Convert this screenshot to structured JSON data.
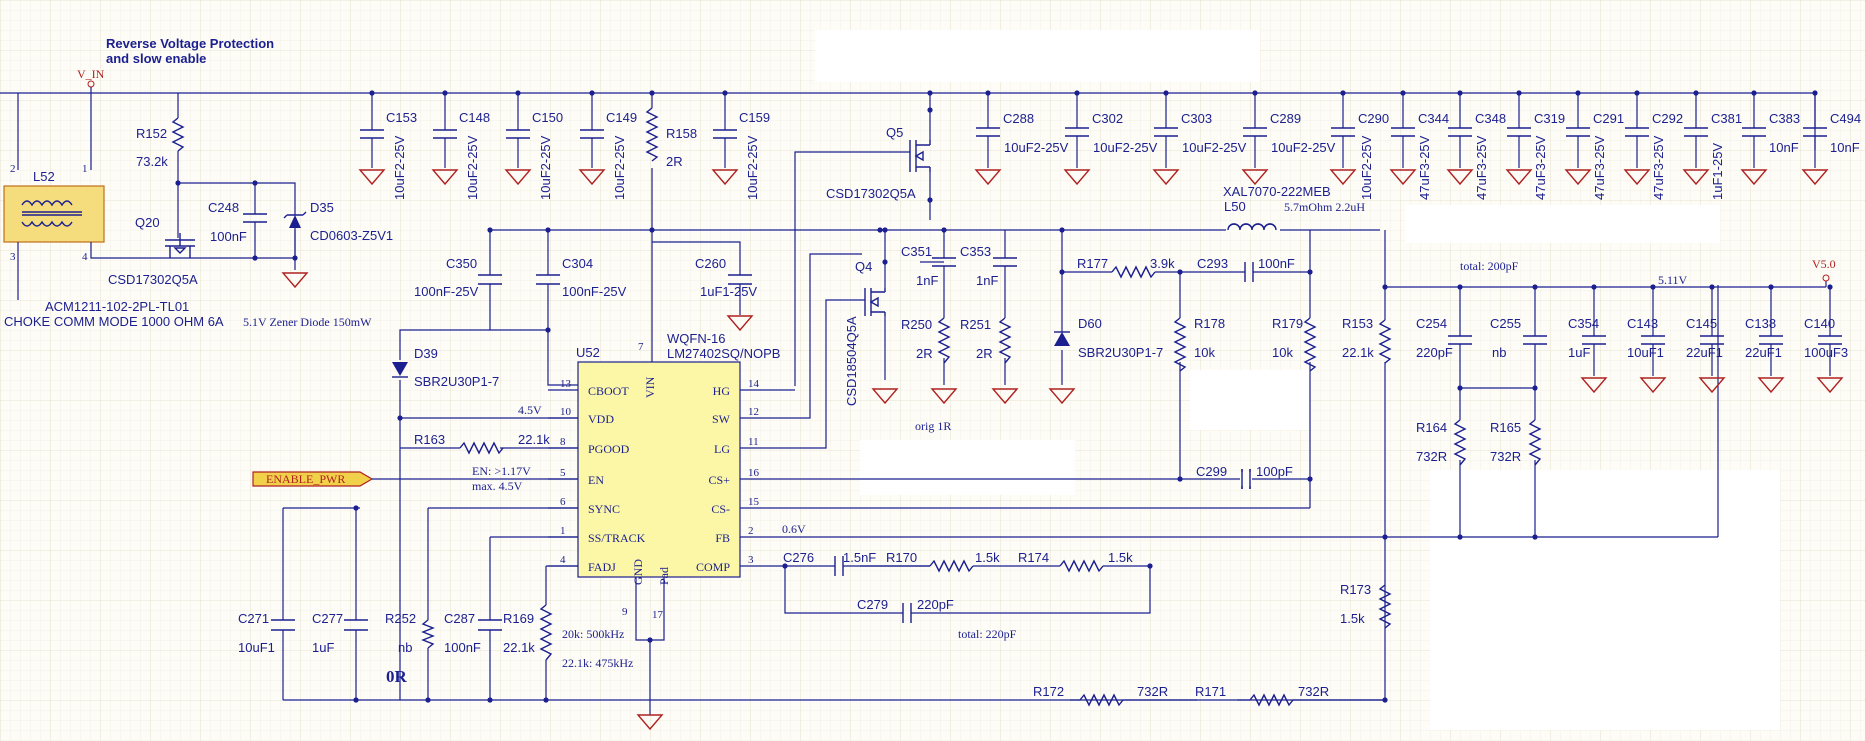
{
  "title": "Reverse Voltage Protection and slow enable",
  "title_line1": "Reverse Voltage Protection",
  "title_line2": "and slow enable",
  "nets": {
    "vin": "V_IN",
    "v50": "V5.0",
    "v511": "5.11V",
    "enable": "ENABLE_PWR",
    "en_note1": "EN: >1.17V",
    "en_note2": "max. 4.5V",
    "vdd_note": "4.5V",
    "fb_note": "0.6V",
    "total_top": "total: 200pF",
    "total_bottom": "total: 220pF",
    "orig": "orig 1R",
    "fadj1": "20k: 500kHz",
    "fadj2": "22.1k: 475kHz",
    "zero": "0R"
  },
  "ic": {
    "ref": "U52",
    "package": "WQFN-16",
    "part": "LM27402SQ/NOPB",
    "left_pins": [
      {
        "name": "CBOOT",
        "num": "13"
      },
      {
        "name": "VDD",
        "num": "10"
      },
      {
        "name": "PGOOD",
        "num": "8"
      },
      {
        "name": "EN",
        "num": "5"
      },
      {
        "name": "SYNC",
        "num": "6"
      },
      {
        "name": "SS/TRACK",
        "num": "1"
      },
      {
        "name": "FADJ",
        "num": "4"
      }
    ],
    "right_pins": [
      {
        "name": "HG",
        "num": "14"
      },
      {
        "name": "SW",
        "num": "12"
      },
      {
        "name": "LG",
        "num": "11"
      },
      {
        "name": "CS+",
        "num": "16"
      },
      {
        "name": "CS-",
        "num": "15"
      },
      {
        "name": "FB",
        "num": "2"
      },
      {
        "name": "COMP",
        "num": "3"
      }
    ],
    "vin_pin": {
      "name": "VIN",
      "num": "7"
    },
    "gnd_pin": {
      "name": "GND",
      "num": "9"
    },
    "pad_pin": {
      "name": "Pad",
      "num": "17"
    }
  },
  "choke": {
    "ref": "L52",
    "part": "ACM1211-102-2PL-TL01",
    "desc": "CHOKE COMM MODE 1000 OHM 6A",
    "pins": [
      "2",
      "1",
      "3",
      "4"
    ]
  },
  "parts": {
    "r152": {
      "ref": "R152",
      "val": "73.2k"
    },
    "q20": {
      "ref": "Q20",
      "val": "CSD17302Q5A"
    },
    "c248": {
      "ref": "C248",
      "val": "100nF"
    },
    "d35": {
      "ref": "D35",
      "val": "CD0603-Z5V1"
    },
    "zener": "5.1V Zener Diode 150mW",
    "q5": {
      "ref": "Q5",
      "val": "CSD17302Q5A"
    },
    "q4": {
      "ref": "Q4",
      "val": "CSD18504Q5A"
    },
    "r158": {
      "ref": "R158",
      "val": "2R"
    },
    "c350": {
      "ref": "C350",
      "val": "100nF-25V"
    },
    "c304": {
      "ref": "C304",
      "val": "100nF-25V"
    },
    "c260": {
      "ref": "C260",
      "val": "1uF1-25V"
    },
    "d39": {
      "ref": "D39",
      "val": "SBR2U30P1-7"
    },
    "r163": {
      "ref": "R163",
      "val": "22.1k"
    },
    "c351": {
      "ref": "C351",
      "val": "1nF"
    },
    "c353": {
      "ref": "C353",
      "val": "1nF"
    },
    "r250": {
      "ref": "R250",
      "val": "2R"
    },
    "r251": {
      "ref": "R251",
      "val": "2R"
    },
    "d60": {
      "ref": "D60",
      "val": "SBR2U30P1-7"
    },
    "r177": {
      "ref": "R177",
      "val": "3.9k"
    },
    "c293": {
      "ref": "C293",
      "val": "100nF"
    },
    "r178": {
      "ref": "R178",
      "val": "10k"
    },
    "r179": {
      "ref": "R179",
      "val": "10k"
    },
    "l50": {
      "ref": "L50",
      "part": "XAL7070-222MEB",
      "val": "5.7mOhm 2.2uH"
    },
    "r153": {
      "ref": "R153",
      "val": "22.1k"
    },
    "c299": {
      "ref": "C299",
      "val": "100pF"
    },
    "c254": {
      "ref": "C254",
      "val": "220pF"
    },
    "c255": {
      "ref": "C255",
      "val": "nb"
    },
    "r164": {
      "ref": "R164",
      "val": "732R"
    },
    "r165": {
      "ref": "R165",
      "val": "732R"
    },
    "c276": {
      "ref": "C276",
      "val": "1.5nF"
    },
    "r170": {
      "ref": "R170",
      "val": "1.5k"
    },
    "r174": {
      "ref": "R174",
      "val": "1.5k"
    },
    "c279": {
      "ref": "C279",
      "val": "220pF"
    },
    "r173": {
      "ref": "R173",
      "val": "1.5k"
    },
    "r172": {
      "ref": "R172",
      "val": "732R"
    },
    "r171": {
      "ref": "R171",
      "val": "732R"
    },
    "c271": {
      "ref": "C271",
      "val": "10uF1"
    },
    "c277": {
      "ref": "C277",
      "val": "1uF"
    },
    "r252": {
      "ref": "R252",
      "val": "nb"
    },
    "c287": {
      "ref": "C287",
      "val": "100nF"
    },
    "r169": {
      "ref": "R169",
      "val": "22.1k"
    }
  },
  "input_caps": [
    {
      "ref": "C153",
      "val": "10uF2-25V"
    },
    {
      "ref": "C148",
      "val": "10uF2-25V"
    },
    {
      "ref": "C150",
      "val": "10uF2-25V"
    },
    {
      "ref": "C149",
      "val": "10uF2-25V"
    },
    {
      "ref": "C159",
      "val": "10uF2-25V"
    }
  ],
  "bus_caps": [
    {
      "ref": "C288",
      "val": "10uF2-25V"
    },
    {
      "ref": "C302",
      "val": "10uF2-25V"
    },
    {
      "ref": "C303",
      "val": "10uF2-25V"
    },
    {
      "ref": "C289",
      "val": "10uF2-25V"
    },
    {
      "ref": "C290",
      "val": "10uF2-25V"
    },
    {
      "ref": "C344",
      "val": "47uF3-25V"
    },
    {
      "ref": "C348",
      "val": "47uF3-25V"
    },
    {
      "ref": "C319",
      "val": "47uF3-25V"
    },
    {
      "ref": "C291",
      "val": "47uF3-25V"
    },
    {
      "ref": "C292",
      "val": "47uF3-25V"
    },
    {
      "ref": "C381",
      "val": "1uF1-25V"
    },
    {
      "ref": "C383",
      "val": "10nF"
    },
    {
      "ref": "C494",
      "val": "10nF"
    }
  ],
  "output_caps": [
    {
      "ref": "C354",
      "val": "1uF"
    },
    {
      "ref": "C143",
      "val": "10uF1"
    },
    {
      "ref": "C145",
      "val": "22uF1"
    },
    {
      "ref": "C138",
      "val": "22uF1"
    },
    {
      "ref": "C140",
      "val": "100uF3"
    }
  ]
}
